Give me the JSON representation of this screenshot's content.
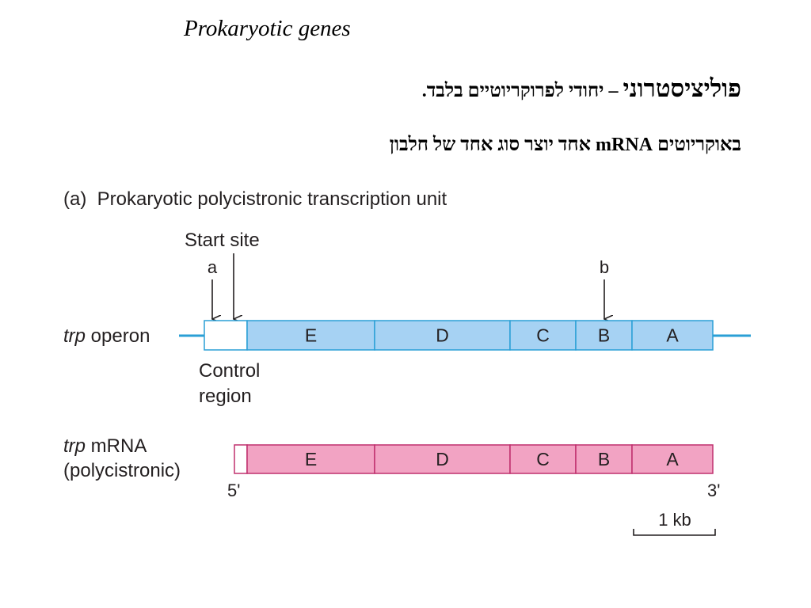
{
  "slide": {
    "title": "Prokaryotic genes",
    "line1_term": "פוליציסטרוני",
    "line1_rest": " – יחודי לפרוקריוטיים בלבד.",
    "line2": "באוקריוטים mRNA אחד יוצר סוג אחד של חלבון"
  },
  "figure": {
    "panel_title": "(a)  Prokaryotic polycistronic transcription unit",
    "start_site_label": "Start site",
    "site_a_label": "a",
    "site_b_label": "b",
    "operon_label_italic": "trp",
    "operon_label_rest": " operon",
    "control_region_line1": "Control",
    "control_region_line2": "region",
    "mrna_label_italic": "trp",
    "mrna_label_rest": " mRNA",
    "mrna_label_line2": "(polycistronic)",
    "five_prime": "5'",
    "three_prime": "3'",
    "scale_label": "1 kb",
    "genes": [
      "E",
      "D",
      "C",
      "B",
      "A"
    ],
    "colors": {
      "operon_fill": "#a6d2f3",
      "operon_stroke": "#2a9fd6",
      "mrna_fill": "#f2a3c3",
      "mrna_stroke": "#c0306e",
      "text": "#231f20"
    }
  }
}
